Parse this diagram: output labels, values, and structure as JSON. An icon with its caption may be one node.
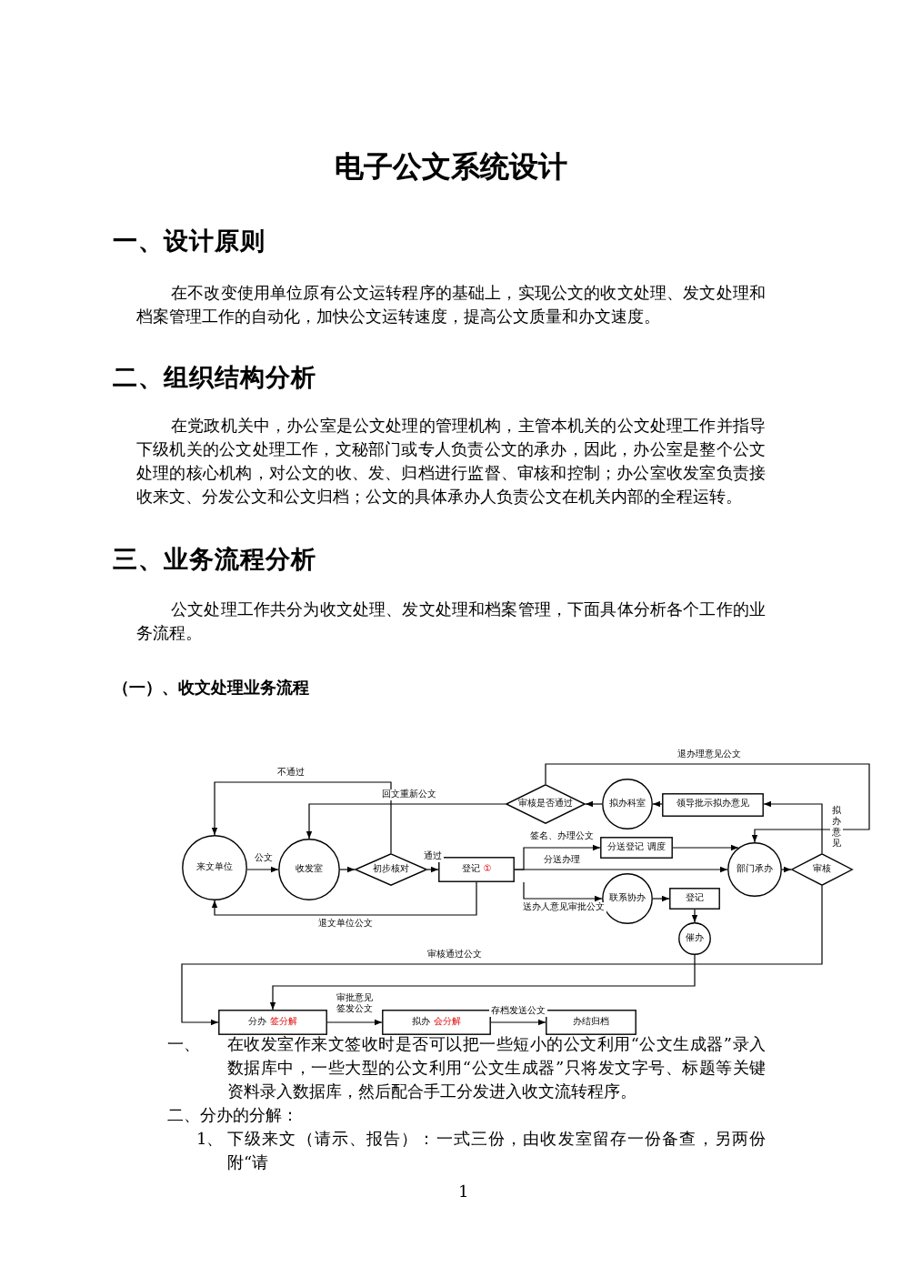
{
  "diagram": {
    "title": "电子公文系统设计",
    "nodes": [
      {
        "text": [
          "来文单位"
        ]
      },
      {
        "text": [
          "收发室"
        ]
      },
      {
        "text": [
          "初步核对"
        ]
      },
      {
        "text": [
          "登记",
          "①"
        ]
      },
      {
        "text": [
          "审核是否通过"
        ]
      },
      {
        "text": [
          "拟办科室"
        ]
      },
      {
        "text": [
          "领导批示拟办意见"
        ]
      },
      {
        "text": [
          "分送登记 调度"
        ]
      },
      {
        "text": [
          "联系协办"
        ]
      },
      {
        "text": [
          "登记"
        ]
      },
      {
        "text": [
          "催办"
        ]
      },
      {
        "text": [
          "部门承办"
        ]
      },
      {
        "text": [
          "审核"
        ]
      },
      {
        "text": [
          "分办",
          "签分解"
        ]
      },
      {
        "text": [
          "拟办",
          "会分解"
        ]
      },
      {
        "text": [
          "办结归档"
        ]
      }
    ],
    "edges": [
      {
        "from": 0,
        "to": 1,
        "arrow": "to",
        "label": "公文"
      },
      {
        "from": 1,
        "to": 2,
        "arrow": "to"
      },
      {
        "from": 2,
        "to": 3,
        "arrow": "to",
        "label": "通过"
      },
      {
        "from": 2,
        "to": 0,
        "arrow": "to",
        "label": "不通过"
      },
      {
        "from": 4,
        "to": 1,
        "arrow": "to",
        "label": "回文重新公文"
      },
      {
        "from": 3,
        "to": 0,
        "arrow": "to",
        "label": "退文单位公文"
      },
      {
        "from": 3,
        "to": 7,
        "arrow": "to",
        "label": "签名、办理公文"
      },
      {
        "from": 3,
        "to": 11,
        "arrow": "to",
        "label": "分送办理"
      },
      {
        "from": 3,
        "to": 8,
        "arrow": "to",
        "label": "送办人意见审批公文"
      },
      {
        "from": 8,
        "to": 9,
        "arrow": "to"
      },
      {
        "from": 9,
        "to": 10,
        "arrow": "to"
      },
      {
        "from": 7,
        "to": 11,
        "arrow": "to"
      },
      {
        "from": 11,
        "to": 12,
        "arrow": "to"
      },
      {
        "from": 12,
        "to": 6,
        "arrow": "to",
        "label": "拟办意见"
      },
      {
        "from": 6,
        "to": 5,
        "arrow": "to"
      },
      {
        "from": 5,
        "to": 4,
        "arrow": "to"
      },
      {
        "from": 4,
        "to": 11,
        "arrow": "to",
        "label": "退办理意见公文"
      },
      {
        "from": 12,
        "to": 13,
        "arrow": "to",
        "label": "审核通过公文"
      },
      {
        "from": 10,
        "to": 13,
        "arrow": "to"
      },
      {
        "from": 13,
        "to": 14,
        "arrow": "to",
        "label": "审批意见签发公文"
      },
      {
        "from": 14,
        "to": 15,
        "arrow": "to",
        "label": "存档发送公文"
      }
    ],
    "labels": [
      "一、设计原则",
      "在不改变使用单位原有公文运转程序的基础上，实现公文的收文处理、发文处理和档案管理工作的自动化，加快公文运转速度，提高公文质量和办文速度。",
      "二、组织结构分析",
      "在党政机关中，办公室是公文处理的管理机构，主管本机关的公文处理工作并指导下级机关的公文处理工作，文秘部门或专人负责公文的承办，因此，办公室是整个公文处理的核心机构，对公文的收、发、归档进行监督、审核和控制；办公室收发室负责接收来文、分发公文和公文归档；公文的具体承办人负责公文在机关内部的全程运转。",
      "三、业务流程分析",
      "公文处理工作共分为收文处理、发文处理和档案管理，下面具体分析各个工作的业务流程。",
      "（一）、收文处理业务流程",
      "一、",
      "在收发室作来文签收时是否可以把一些短小的公文利用“公文生成器”录入数据库中，一些大型的公文利用“公文生成器”只将发文字号、标题等关键资料录入数据库，然后配合手工分发进入收文流转程序。",
      "二、分办的分解：",
      "1、",
      "下级来文（请示、报告）：一式三份，由收发室留存一份备查，另两份附“请",
      "1"
    ]
  }
}
